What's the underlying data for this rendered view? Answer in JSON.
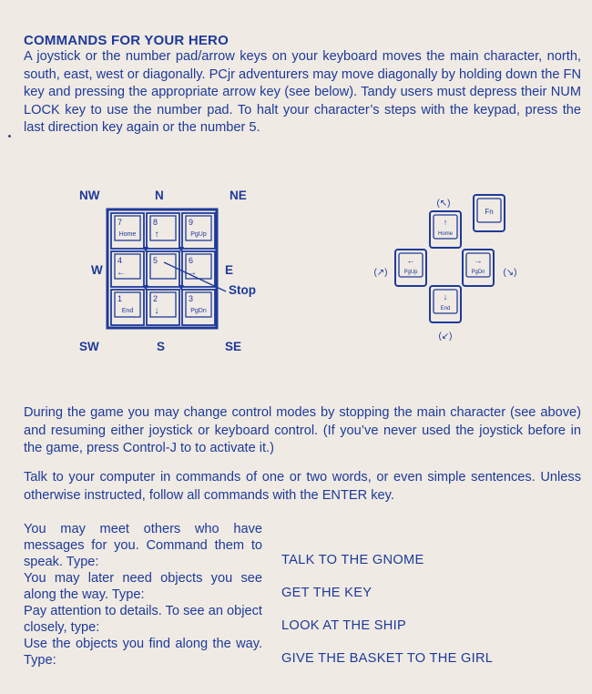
{
  "heading": "COMMANDS FOR YOUR HERO",
  "intro": "A joystick or the number pad/arrow keys on your keyboard moves the main character, north, south, east, west or diagonally. PCjr adventurers may move diagonally by holding down the FN key and pressing the appropriate arrow key (see below). Tandy users must depress their NUM LOCK key to use the number pad. To halt your character’s steps with the keypad, press the last direction key again or the number 5.",
  "keypad": {
    "directions": {
      "nw": "NW",
      "n": "N",
      "ne": "NE",
      "w": "W",
      "e": "E",
      "sw": "SW",
      "s": "S",
      "se": "SE"
    },
    "stop_label": "Stop",
    "keys": [
      {
        "num": "7",
        "sub": "Home",
        "arrow": ""
      },
      {
        "num": "8",
        "sub": "",
        "arrow": "↑"
      },
      {
        "num": "9",
        "sub": "PgUp",
        "arrow": ""
      },
      {
        "num": "4",
        "sub": "",
        "arrow": "←"
      },
      {
        "num": "5",
        "sub": "",
        "arrow": ""
      },
      {
        "num": "6",
        "sub": "",
        "arrow": "→"
      },
      {
        "num": "1",
        "sub": "End",
        "arrow": ""
      },
      {
        "num": "2",
        "sub": "",
        "arrow": "↓"
      },
      {
        "num": "3",
        "sub": "PgDn",
        "arrow": ""
      }
    ]
  },
  "pcjr": {
    "fn": "Fn",
    "home": "Home",
    "pgup": "PgUp",
    "pgdn": "PgDn",
    "end": "End",
    "diag_nw": "(↖)",
    "diag_ne": "(↗)",
    "diag_se": "(↘)",
    "diag_sw": "(↙)"
  },
  "control_modes": "During the game you may change control modes by stopping the main character (see above) and resuming either joystick or keyboard control. (If you’ve never used the joystick before in the game, press Control-J to to activate it.)",
  "talk": "Talk to your computer in commands of one or two words, or even simple sentences. Unless otherwise instructed, follow all commands with the ENTER key.",
  "examples": [
    {
      "text": "You may meet others who have messages for you. Command them to speak. Type:",
      "command": "TALK TO THE GNOME"
    },
    {
      "text": "You may later need objects you see along the way. Type:",
      "command": "GET THE KEY"
    },
    {
      "text": "Pay attention to details. To see an object closely, type:",
      "command": "LOOK AT THE SHIP"
    },
    {
      "text": "Use the objects you find along the way. Type:",
      "command": "GIVE THE BASKET TO THE GIRL"
    }
  ],
  "colors": {
    "ink": "#1e3a9a",
    "paper": "#efeae3"
  }
}
